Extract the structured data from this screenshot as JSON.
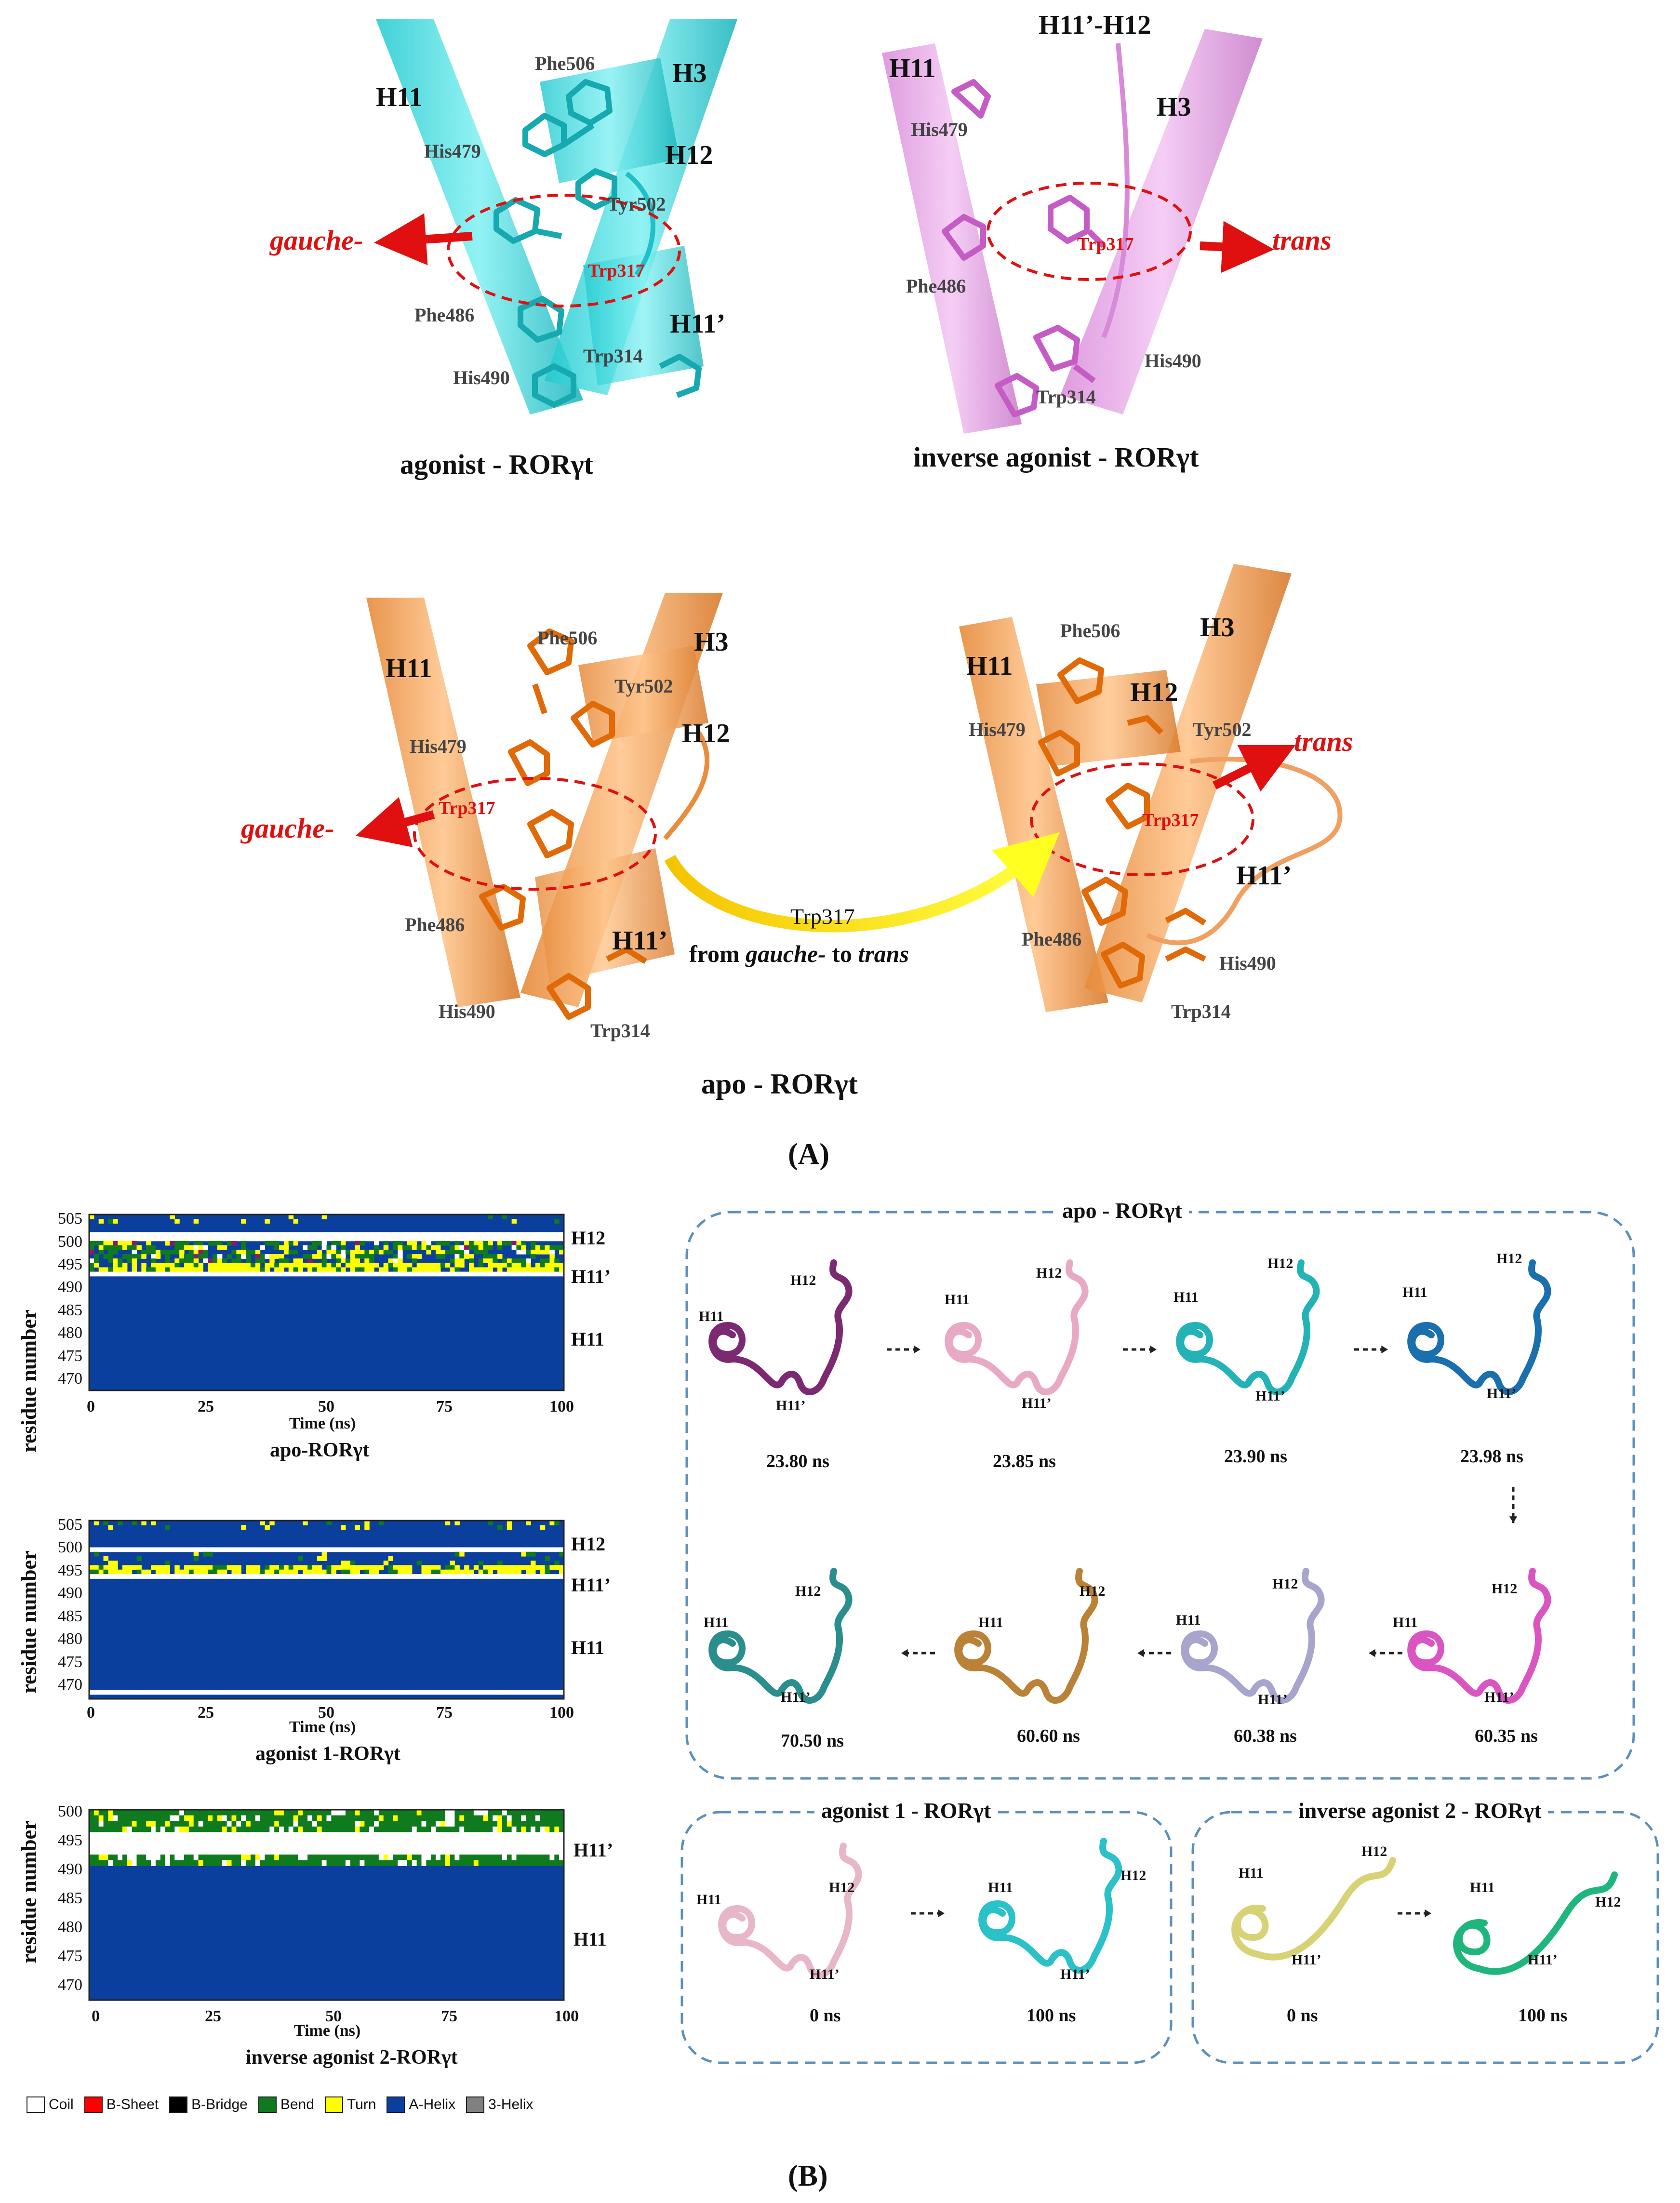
{
  "panel_a": {
    "label": "(A)",
    "agonist": {
      "caption": "agonist - RORγt",
      "helix_h11": "H11",
      "helix_h3": "H3",
      "helix_h12": "H12",
      "helix_h11p": "H11’",
      "phe506": "Phe506",
      "his479": "His479",
      "tyr502": "Tyr502",
      "trp317": "Trp317",
      "phe486": "Phe486",
      "his490": "His490",
      "trp314": "Trp314",
      "direction": "gauche-"
    },
    "inverse": {
      "caption": "inverse agonist - RORγt",
      "helix_h11": "H11",
      "helix_h3": "H3",
      "helix_h11p_h12": "H11’-H12",
      "his479": "His479",
      "trp317": "Trp317",
      "phe486": "Phe486",
      "his490": "His490",
      "trp314": "Trp314",
      "direction": "trans"
    },
    "apo": {
      "caption": "apo - RORγt",
      "left": {
        "helix_h11": "H11",
        "helix_h3": "H3",
        "helix_h12": "H12",
        "helix_h11p": "H11’",
        "phe506": "Phe506",
        "tyr502": "Tyr502",
        "his479": "His479",
        "trp317": "Trp317",
        "phe486": "Phe486",
        "his490": "His490",
        "trp314": "Trp314",
        "direction": "gauche-"
      },
      "right": {
        "helix_h11": "H11",
        "helix_h3": "H3",
        "helix_h12": "H12",
        "helix_h11p": "H11’",
        "phe506": "Phe506",
        "tyr502": "Tyr502",
        "his479": "His479",
        "trp317": "Trp317",
        "phe486": "Phe486",
        "his490": "His490",
        "trp314": "Trp314",
        "direction": "trans"
      },
      "transition_title": "Trp317",
      "transition_from": "from",
      "transition_gauche": "gauche-",
      "transition_to": "to",
      "transition_trans": "trans"
    }
  },
  "panel_b": {
    "label": "(B)",
    "colors": {
      "coil": "#ffffff",
      "b_sheet": "#ff0000",
      "b_bridge": "#000000",
      "bend": "#0f7a1e",
      "turn": "#ffff00",
      "a_helix": "#0a3f9e",
      "three_helix": "#808080",
      "pi_like": "#8b1a6b"
    },
    "y_axis_label": "residue number",
    "x_axis_label": "Time (ns)",
    "x_ticks": [
      "0",
      "25",
      "50",
      "75",
      "100"
    ],
    "dssp_plots": [
      {
        "title": "apo-RORγt",
        "y_ticks": [
          "505",
          "500",
          "495",
          "490",
          "485",
          "480",
          "475",
          "470"
        ],
        "regions": [
          "H12",
          "H11’",
          "H11"
        ]
      },
      {
        "title": "agonist 1-RORγt",
        "y_ticks": [
          "505",
          "500",
          "495",
          "490",
          "485",
          "480",
          "475",
          "470"
        ],
        "regions": [
          "H12",
          "H11’",
          "H11"
        ]
      },
      {
        "title": "inverse agonist 2-RORγt",
        "y_ticks": [
          "500",
          "495",
          "490",
          "485",
          "480",
          "475",
          "470"
        ],
        "regions": [
          "H11’",
          "H11"
        ]
      }
    ],
    "legend": [
      "Coil",
      "B-Sheet",
      "B-Bridge",
      "Bend",
      "Turn",
      "A-Helix",
      "3-Helix"
    ],
    "apo_box": {
      "title": "apo - RORγt",
      "frames_row1": [
        {
          "time": "23.80 ns",
          "color": "#7b2a72"
        },
        {
          "time": "23.85 ns",
          "color": "#e7a9c3"
        },
        {
          "time": "23.90 ns",
          "color": "#23b3b7"
        },
        {
          "time": "23.98 ns",
          "color": "#1a6fae"
        }
      ],
      "frames_row2": [
        {
          "time": "70.50 ns",
          "color": "#2a8f8c"
        },
        {
          "time": "60.60 ns",
          "color": "#b98236"
        },
        {
          "time": "60.38 ns",
          "color": "#a7a5cc"
        },
        {
          "time": "60.35 ns",
          "color": "#db55c2"
        }
      ],
      "h11": "H11",
      "h12": "H12",
      "h11p": "H11’"
    },
    "agonist_box": {
      "title": "agonist 1 - RORγt",
      "frames": [
        {
          "time": "0 ns",
          "color": "#e7b6c9"
        },
        {
          "time": "100 ns",
          "color": "#2bc1c9"
        }
      ],
      "h11": "H11",
      "h12": "H12",
      "h11p": "H11’"
    },
    "inverse_box": {
      "title": "inverse agonist 2 - RORγt",
      "frames": [
        {
          "time": "0 ns",
          "color": "#d8d277"
        },
        {
          "time": "100 ns",
          "color": "#1fb67d"
        }
      ],
      "h11": "H11",
      "h12": "H12",
      "h11p": "H11’"
    }
  }
}
